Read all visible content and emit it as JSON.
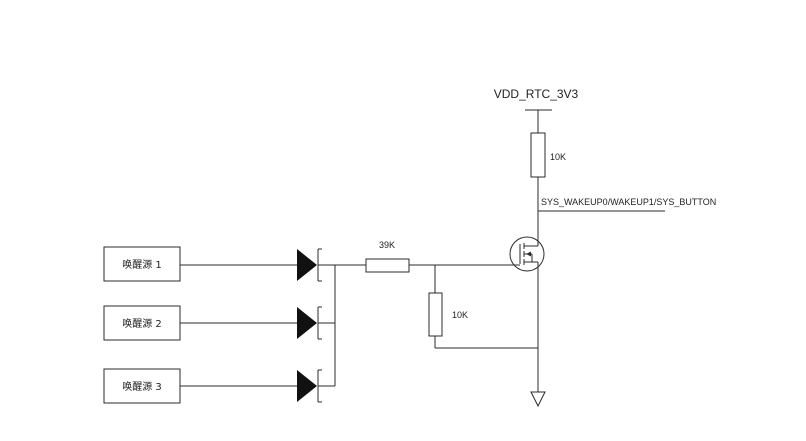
{
  "power": {
    "label": "VDD_RTC_3V3"
  },
  "resistors": {
    "pullup": {
      "value": "10K"
    },
    "series": {
      "value": "39K"
    },
    "pulldown": {
      "value": "10K"
    }
  },
  "signal": {
    "label": "SYS_WAKEUP0/WAKEUP1/SYS_BUTTON"
  },
  "sources": [
    {
      "label": "唤醒源 1"
    },
    {
      "label": "唤醒源 2"
    },
    {
      "label": "唤醒源 3"
    }
  ],
  "colors": {
    "line": "#2b2b2b",
    "background": "#ffffff"
  }
}
